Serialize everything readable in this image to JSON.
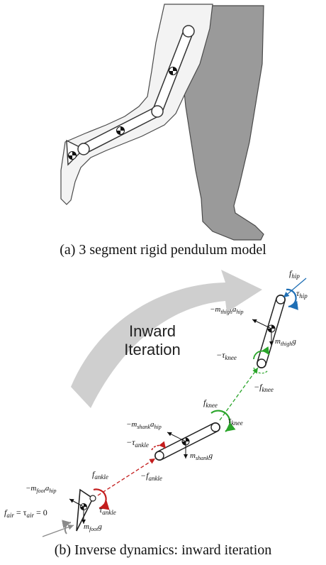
{
  "captions": {
    "a": "(a) 3 segment rigid pendulum model",
    "b": "(b) Inverse dynamics: inward iteration"
  },
  "arrow_label": {
    "line1": "Inward",
    "line2": "Iteration"
  },
  "labels": {
    "f_hip": "f",
    "f_hip_sub": "hip",
    "tau_hip": "τ",
    "tau_hip_sub": "hip",
    "m_thigh_a_hip": "−m",
    "m_thigh_a_hip_sub1": "thigh",
    "m_thigh_a_hip_mid": "a",
    "m_thigh_a_hip_sub2": "hip",
    "m_thigh_g": "m",
    "m_thigh_g_sub": "thigh",
    "m_thigh_g_end": "g",
    "neg_tau_knee": "−τ",
    "neg_tau_knee_sub": "knee",
    "neg_f_knee": "−f",
    "neg_f_knee_sub": "knee",
    "f_knee": "f",
    "f_knee_sub": "knee",
    "tau_knee": "τ",
    "tau_knee_sub": "knee",
    "m_shank_a_hip": "−m",
    "m_shank_a_hip_sub1": "shank",
    "m_shank_a_hip_mid": "a",
    "m_shank_a_hip_sub2": "hip",
    "neg_tau_ankle": "−τ",
    "neg_tau_ankle_sub": "ankle",
    "m_shank_g": "m",
    "m_shank_g_sub": "shank",
    "m_shank_g_end": "g",
    "neg_f_ankle": "−f",
    "neg_f_ankle_sub": "ankle",
    "f_ankle": "f",
    "f_ankle_sub": "ankle",
    "m_foot_a_hip": "−m",
    "m_foot_a_hip_sub1": "foot",
    "m_foot_a_hip_mid": "a",
    "m_foot_a_hip_sub2": "hip",
    "tau_ankle": "τ",
    "tau_ankle_sub": "ankle",
    "f_air_eq": "f",
    "f_air_sub": "air",
    "f_air_mid": " = τ",
    "tau_air_sub": "air",
    "f_air_end": " = 0",
    "m_foot_g": "m",
    "m_foot_g_sub": "foot",
    "m_foot_g_end": "g"
  },
  "colors": {
    "hip": "#1f6fb5",
    "knee": "#2aa52a",
    "ankle": "#c41e1e",
    "air": "#8a8a8a",
    "arrow_fill": "#cfcfcf",
    "leg_fill": "#9a9a9a",
    "leg_light": "#f2f2f2"
  }
}
